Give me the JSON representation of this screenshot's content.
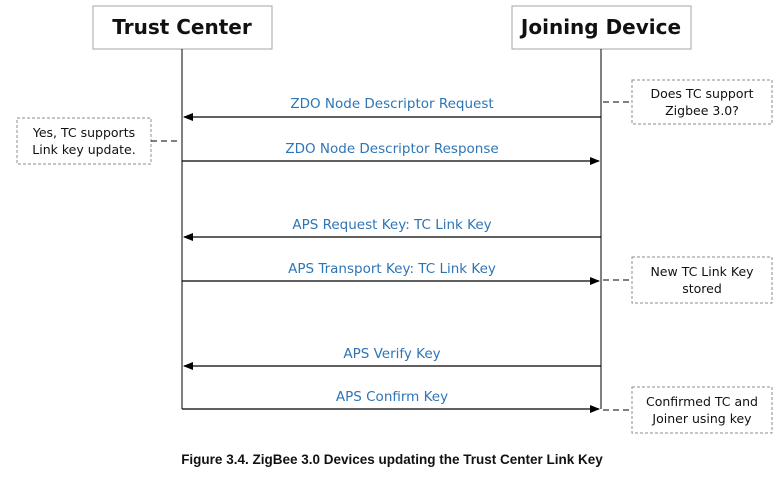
{
  "participants": {
    "trust_center": "Trust Center",
    "joining_device": "Joining Device"
  },
  "messages": [
    {
      "label": "ZDO Node Descriptor Request",
      "direction": "to-trust-center"
    },
    {
      "label": "ZDO Node Descriptor Response",
      "direction": "to-joining-device"
    },
    {
      "label": "APS Request Key: TC Link Key",
      "direction": "to-trust-center"
    },
    {
      "label": "APS Transport Key:  TC Link Key",
      "direction": "to-joining-device"
    },
    {
      "label": "APS Verify Key",
      "direction": "to-trust-center"
    },
    {
      "label": "APS Confirm Key",
      "direction": "to-joining-device"
    }
  ],
  "notes": {
    "tc_support_question": [
      "Does TC support",
      "Zigbee 3.0?"
    ],
    "tc_supports_update": [
      "Yes, TC supports",
      "Link key update."
    ],
    "key_stored": [
      "New TC Link Key",
      "stored"
    ],
    "confirmed": [
      "Confirmed TC and",
      "Joiner using key"
    ]
  },
  "caption": "Figure 3.4.  ZigBee 3.0 Devices updating the Trust Center Link Key",
  "colors": {
    "message_label": "#2e75b6",
    "line": "#000000",
    "note_border": "#8c8c8c",
    "box_border": "#a6a6a6"
  }
}
